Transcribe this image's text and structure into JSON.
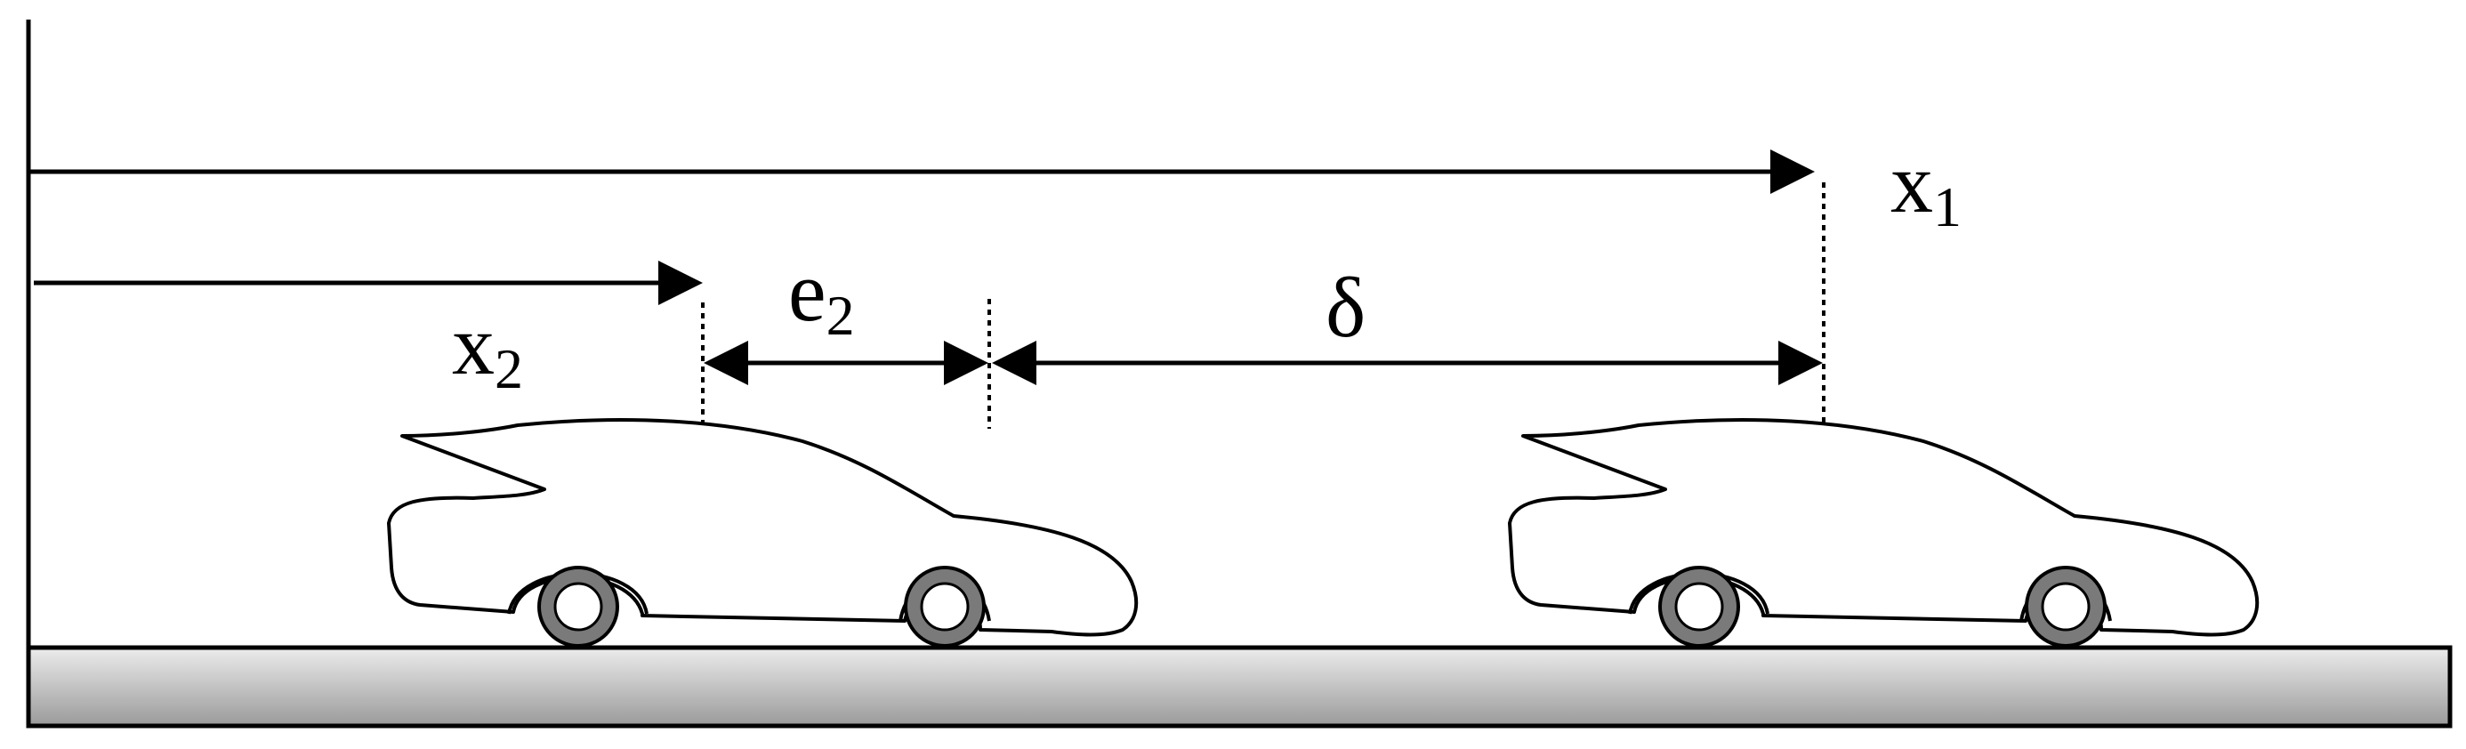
{
  "labels": {
    "x1": {
      "main": "x",
      "sub": "1"
    },
    "x2": {
      "main": "x",
      "sub": "2"
    },
    "e2": {
      "main": "e",
      "sub": "2"
    },
    "delta": "δ"
  },
  "colors": {
    "line": "#000000",
    "road_top": "#e8e8e8",
    "road_bottom": "#9a9a9a",
    "wheel": "#7a7a7a"
  },
  "icons": [
    "car-icon",
    "car-icon"
  ]
}
